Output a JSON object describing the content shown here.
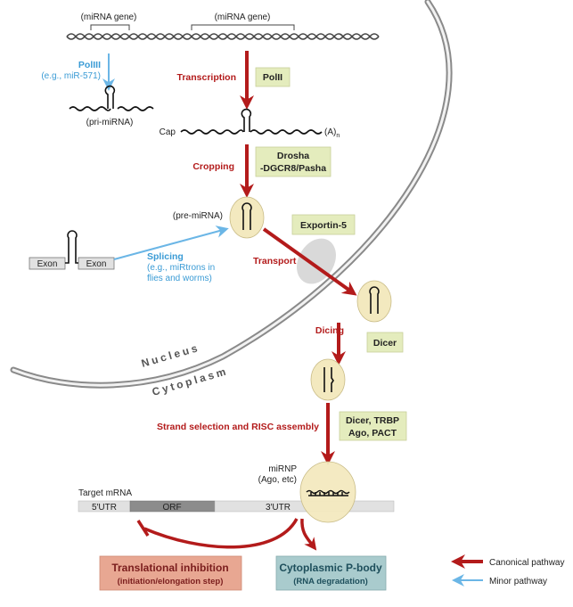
{
  "genes": {
    "left": "(miRNA gene)",
    "right": "(miRNA gene)"
  },
  "minor": {
    "polIII": "PolIII",
    "polIII_example": "(e.g., miR-571)",
    "splicing": "Splicing",
    "splicing_example_1": "(e.g., miRtrons in",
    "splicing_example_2": "flies and worms)",
    "exon_left": "Exon",
    "exon_right": "Exon"
  },
  "labels": {
    "pri_mirna": "(pri-miRNA)",
    "cap": "Cap",
    "polyA": "(A)",
    "polyA_sub": "n",
    "pre_mirna": "(pre-miRNA)",
    "nucleus": "Nucleus",
    "cytoplasm": "Cytoplasm",
    "mirnp_1": "miRNP",
    "mirnp_2": "(Ago, etc)",
    "target_mrna": "Target mRNA",
    "utr5": "5′UTR",
    "orf": "ORF",
    "utr3": "3′UTR"
  },
  "steps": {
    "transcription": "Transcription",
    "cropping": "Cropping",
    "transport": "Transport",
    "dicing": "Dicing",
    "strand_selection": "Strand selection and RISC assembly"
  },
  "enzymes": {
    "polII": "PolII",
    "drosha_1": "Drosha",
    "drosha_2": "-DGCR8/Pasha",
    "exportin": "Exportin-5",
    "dicer": "Dicer",
    "risc_1": "Dicer, TRBP",
    "risc_2": "Ago, PACT"
  },
  "outcomes": {
    "translational_1": "Translational inhibition",
    "translational_2": "(initiation/elongation step)",
    "pbody_1": "Cytoplasmic P-body",
    "pbody_2": "(RNA degradation)"
  },
  "legend": {
    "canonical": "Canonical pathway",
    "minor": "Minor pathway"
  },
  "colors": {
    "canonical": "#b31b1b",
    "minor": "#6bb6e6",
    "enzyme_box": "#e4ecbd",
    "vesicle": "#f3e9bf",
    "translational_box": "#e8a792",
    "pbody_box": "#a9cbcd"
  }
}
